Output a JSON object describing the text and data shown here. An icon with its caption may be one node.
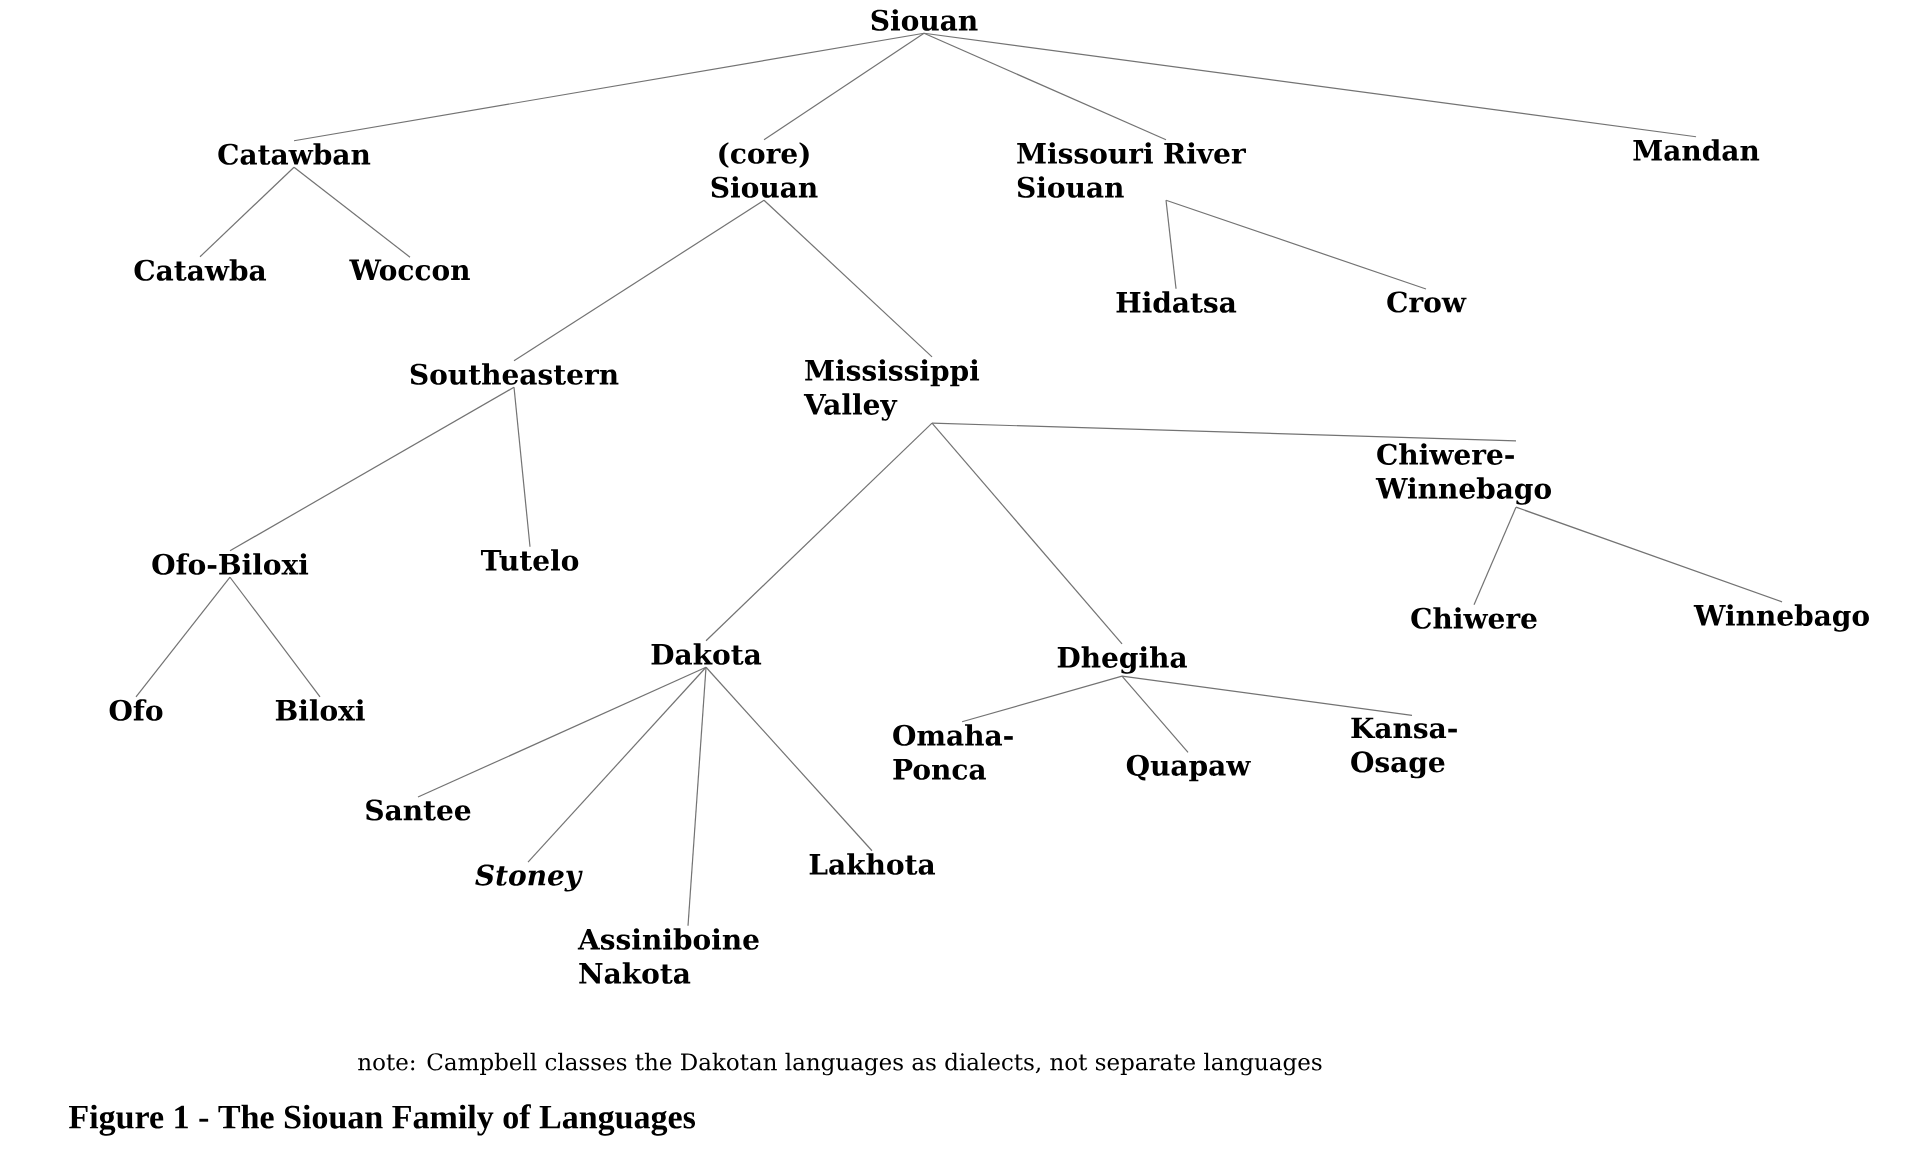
{
  "diagram": {
    "caption": "Figure 1 - The Siouan Family of Languages",
    "nodes": [
      {
        "text": [
          "Siouan"
        ]
      },
      {
        "text": [
          "Catawban"
        ]
      },
      {
        "text": [
          "(core) Siouan"
        ]
      },
      {
        "text": [
          "Missouri River Siouan"
        ]
      },
      {
        "text": [
          "Mandan"
        ]
      },
      {
        "text": [
          "Catawba"
        ]
      },
      {
        "text": [
          "Woccon"
        ]
      },
      {
        "text": [
          "Hidatsa"
        ]
      },
      {
        "text": [
          "Crow"
        ]
      },
      {
        "text": [
          "Southeastern"
        ]
      },
      {
        "text": [
          "Mississippi Valley"
        ]
      },
      {
        "text": [
          "Chiwere-Winnebago"
        ]
      },
      {
        "text": [
          "Ofo-Biloxi"
        ]
      },
      {
        "text": [
          "Tutelo"
        ]
      },
      {
        "text": [
          "Ofo"
        ]
      },
      {
        "text": [
          "Biloxi"
        ]
      },
      {
        "text": [
          "Dakota"
        ]
      },
      {
        "text": [
          "Dhegiha"
        ]
      },
      {
        "text": [
          "Chiwere"
        ]
      },
      {
        "text": [
          "Winnebago"
        ]
      },
      {
        "text": [
          "Omaha-Ponca"
        ]
      },
      {
        "text": [
          "Quapaw"
        ]
      },
      {
        "text": [
          "Kansa-Osage"
        ]
      },
      {
        "text": [
          "Santee"
        ]
      },
      {
        "text": [
          "Stoney"
        ]
      },
      {
        "text": [
          "Assiniboine Nakota"
        ]
      },
      {
        "text": [
          "Lakhota"
        ]
      }
    ],
    "edges": [
      {
        "from": 0,
        "to": 1,
        "arrow": "none"
      },
      {
        "from": 0,
        "to": 2,
        "arrow": "none"
      },
      {
        "from": 0,
        "to": 3,
        "arrow": "none"
      },
      {
        "from": 0,
        "to": 4,
        "arrow": "none"
      },
      {
        "from": 1,
        "to": 5,
        "arrow": "none"
      },
      {
        "from": 1,
        "to": 6,
        "arrow": "none"
      },
      {
        "from": 2,
        "to": 9,
        "arrow": "none"
      },
      {
        "from": 2,
        "to": 10,
        "arrow": "none"
      },
      {
        "from": 3,
        "to": 7,
        "arrow": "none"
      },
      {
        "from": 3,
        "to": 8,
        "arrow": "none"
      },
      {
        "from": 9,
        "to": 12,
        "arrow": "none"
      },
      {
        "from": 9,
        "to": 13,
        "arrow": "none"
      },
      {
        "from": 12,
        "to": 14,
        "arrow": "none"
      },
      {
        "from": 12,
        "to": 15,
        "arrow": "none"
      },
      {
        "from": 10,
        "to": 16,
        "arrow": "none"
      },
      {
        "from": 10,
        "to": 17,
        "arrow": "none"
      },
      {
        "from": 10,
        "to": 11,
        "arrow": "none"
      },
      {
        "from": 11,
        "to": 18,
        "arrow": "none"
      },
      {
        "from": 11,
        "to": 19,
        "arrow": "none"
      },
      {
        "from": 16,
        "to": 23,
        "arrow": "none"
      },
      {
        "from": 16,
        "to": 24,
        "arrow": "none"
      },
      {
        "from": 16,
        "to": 25,
        "arrow": "none"
      },
      {
        "from": 16,
        "to": 26,
        "arrow": "none"
      },
      {
        "from": 17,
        "to": 20,
        "arrow": "none"
      },
      {
        "from": 17,
        "to": 21,
        "arrow": "none"
      },
      {
        "from": 17,
        "to": 22,
        "arrow": "none"
      }
    ],
    "labels": [
      "note: Campbell classes the Dakotan languages as dialects, not separate languages"
    ]
  }
}
